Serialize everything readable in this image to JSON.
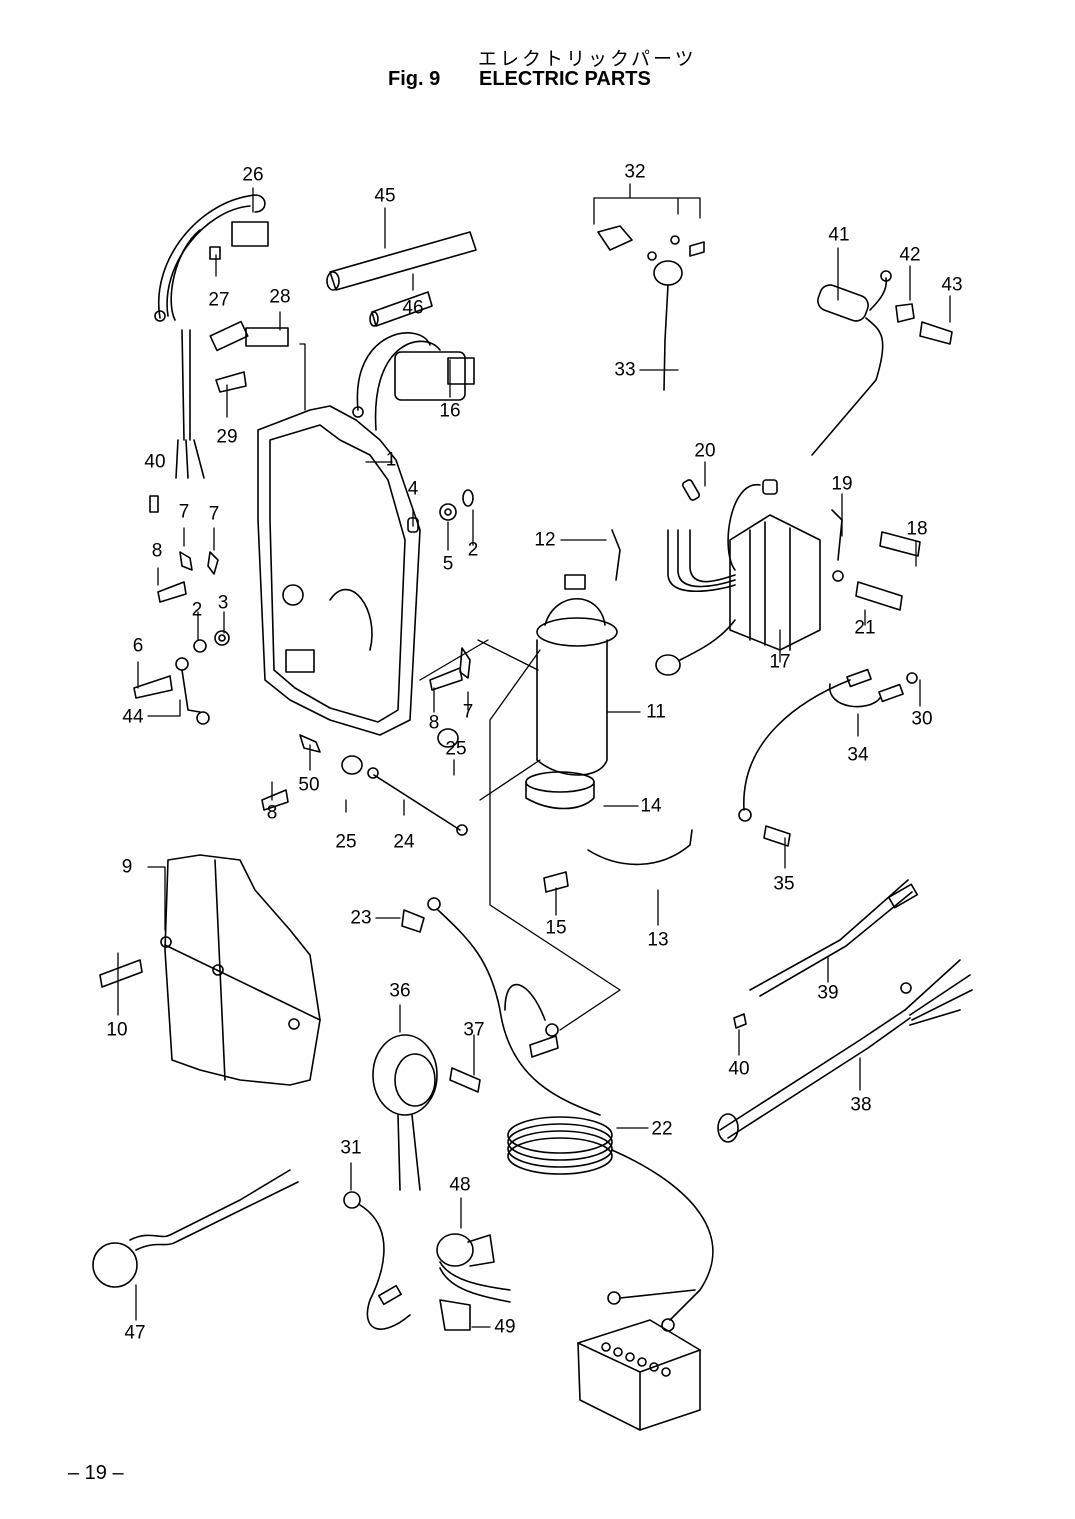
{
  "header": {
    "japanese_title": "エレクトリックパーツ",
    "figure_number": "Fig. 9",
    "title": "ELECTRIC PARTS"
  },
  "footer": {
    "page_number": "– 19 –"
  },
  "callouts": [
    {
      "id": "c26",
      "text": "26",
      "part": "ignition-coil-harness"
    },
    {
      "id": "c27",
      "text": "27",
      "part": "connector-clip"
    },
    {
      "id": "c28",
      "text": "28",
      "part": "bracket"
    },
    {
      "id": "c29",
      "text": "29",
      "part": "bolt"
    },
    {
      "id": "c40a",
      "text": "40",
      "part": "cap"
    },
    {
      "id": "c45",
      "text": "45",
      "part": "tube-long"
    },
    {
      "id": "c46",
      "text": "46",
      "part": "tube-short"
    },
    {
      "id": "c16",
      "text": "16",
      "part": "starter-relay"
    },
    {
      "id": "c1",
      "text": "1",
      "part": "electric-box"
    },
    {
      "id": "c4",
      "text": "4",
      "part": "collar"
    },
    {
      "id": "c5",
      "text": "5",
      "part": "grommet"
    },
    {
      "id": "c2a",
      "text": "2",
      "part": "washer"
    },
    {
      "id": "c7a",
      "text": "7",
      "part": "clamp"
    },
    {
      "id": "c7b",
      "text": "7",
      "part": "clamp"
    },
    {
      "id": "c8a",
      "text": "8",
      "part": "bolt"
    },
    {
      "id": "c2b",
      "text": "2",
      "part": "washer"
    },
    {
      "id": "c3",
      "text": "3",
      "part": "grommet"
    },
    {
      "id": "c6",
      "text": "6",
      "part": "bolt"
    },
    {
      "id": "c44",
      "text": "44",
      "part": "ground-cable"
    },
    {
      "id": "c8b",
      "text": "8",
      "part": "bolt"
    },
    {
      "id": "c7c",
      "text": "7",
      "part": "clamp"
    },
    {
      "id": "c50",
      "text": "50",
      "part": "clip"
    },
    {
      "id": "c8c",
      "text": "8",
      "part": "bolt"
    },
    {
      "id": "c25a",
      "text": "25",
      "part": "cap"
    },
    {
      "id": "c25b",
      "text": "25",
      "part": "cap"
    },
    {
      "id": "c24",
      "text": "24",
      "part": "cable"
    },
    {
      "id": "c32",
      "text": "32",
      "part": "sensor-set"
    },
    {
      "id": "c33",
      "text": "33",
      "part": "sensor-lead"
    },
    {
      "id": "c41",
      "text": "41",
      "part": "condenser"
    },
    {
      "id": "c42",
      "text": "42",
      "part": "plate"
    },
    {
      "id": "c43",
      "text": "43",
      "part": "bolt"
    },
    {
      "id": "c20",
      "text": "20",
      "part": "sleeve"
    },
    {
      "id": "c19",
      "text": "19",
      "part": "ground-lead"
    },
    {
      "id": "c18",
      "text": "18",
      "part": "bolt"
    },
    {
      "id": "c12",
      "text": "12",
      "part": "bolt"
    },
    {
      "id": "c17",
      "text": "17",
      "part": "rectifier"
    },
    {
      "id": "c21",
      "text": "21",
      "part": "bolt"
    },
    {
      "id": "c11",
      "text": "11",
      "part": "starter-motor"
    },
    {
      "id": "c30",
      "text": "30",
      "part": "screw"
    },
    {
      "id": "c34",
      "text": "34",
      "part": "lead-wire"
    },
    {
      "id": "c14",
      "text": "14",
      "part": "rubber-band"
    },
    {
      "id": "c13",
      "text": "13",
      "part": "motor-band"
    },
    {
      "id": "c15",
      "text": "15",
      "part": "bolt"
    },
    {
      "id": "c35",
      "text": "35",
      "part": "bolt"
    },
    {
      "id": "c9",
      "text": "9",
      "part": "box-cover"
    },
    {
      "id": "c10",
      "text": "10",
      "part": "bolt"
    },
    {
      "id": "c23",
      "text": "23",
      "part": "cap"
    },
    {
      "id": "c39",
      "text": "39",
      "part": "sub-harness"
    },
    {
      "id": "c40b",
      "text": "40",
      "part": "cap"
    },
    {
      "id": "c36",
      "text": "36",
      "part": "buzzer"
    },
    {
      "id": "c37",
      "text": "37",
      "part": "bolt"
    },
    {
      "id": "c22",
      "text": "22",
      "part": "battery-cable"
    },
    {
      "id": "c38",
      "text": "38",
      "part": "main-harness"
    },
    {
      "id": "c31",
      "text": "31",
      "part": "switch-lead"
    },
    {
      "id": "c48",
      "text": "48",
      "part": "stop-switch"
    },
    {
      "id": "c47",
      "text": "47",
      "part": "main-switch"
    },
    {
      "id": "c49",
      "text": "49",
      "part": "clip"
    }
  ]
}
